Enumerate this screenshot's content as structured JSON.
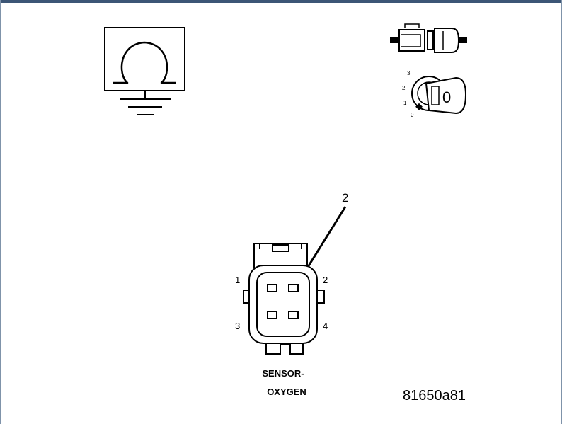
{
  "icons": {
    "ohmmeter": "ohmmeter-to-ground-icon",
    "disconnect": "connector-disconnect-icon",
    "ignition": "ignition-key-off-icon"
  },
  "ignition_dial": {
    "positions": [
      "3",
      "2",
      "1",
      "0"
    ],
    "key_label": "0"
  },
  "connector": {
    "pins": [
      "1",
      "2",
      "3",
      "4"
    ],
    "callout": "2",
    "name_line1": "SENSOR-",
    "name_line2": "OXYGEN"
  },
  "figure_id": "81650a81",
  "colors": {
    "header_bar": "#3c5676",
    "ink": "#000000"
  }
}
